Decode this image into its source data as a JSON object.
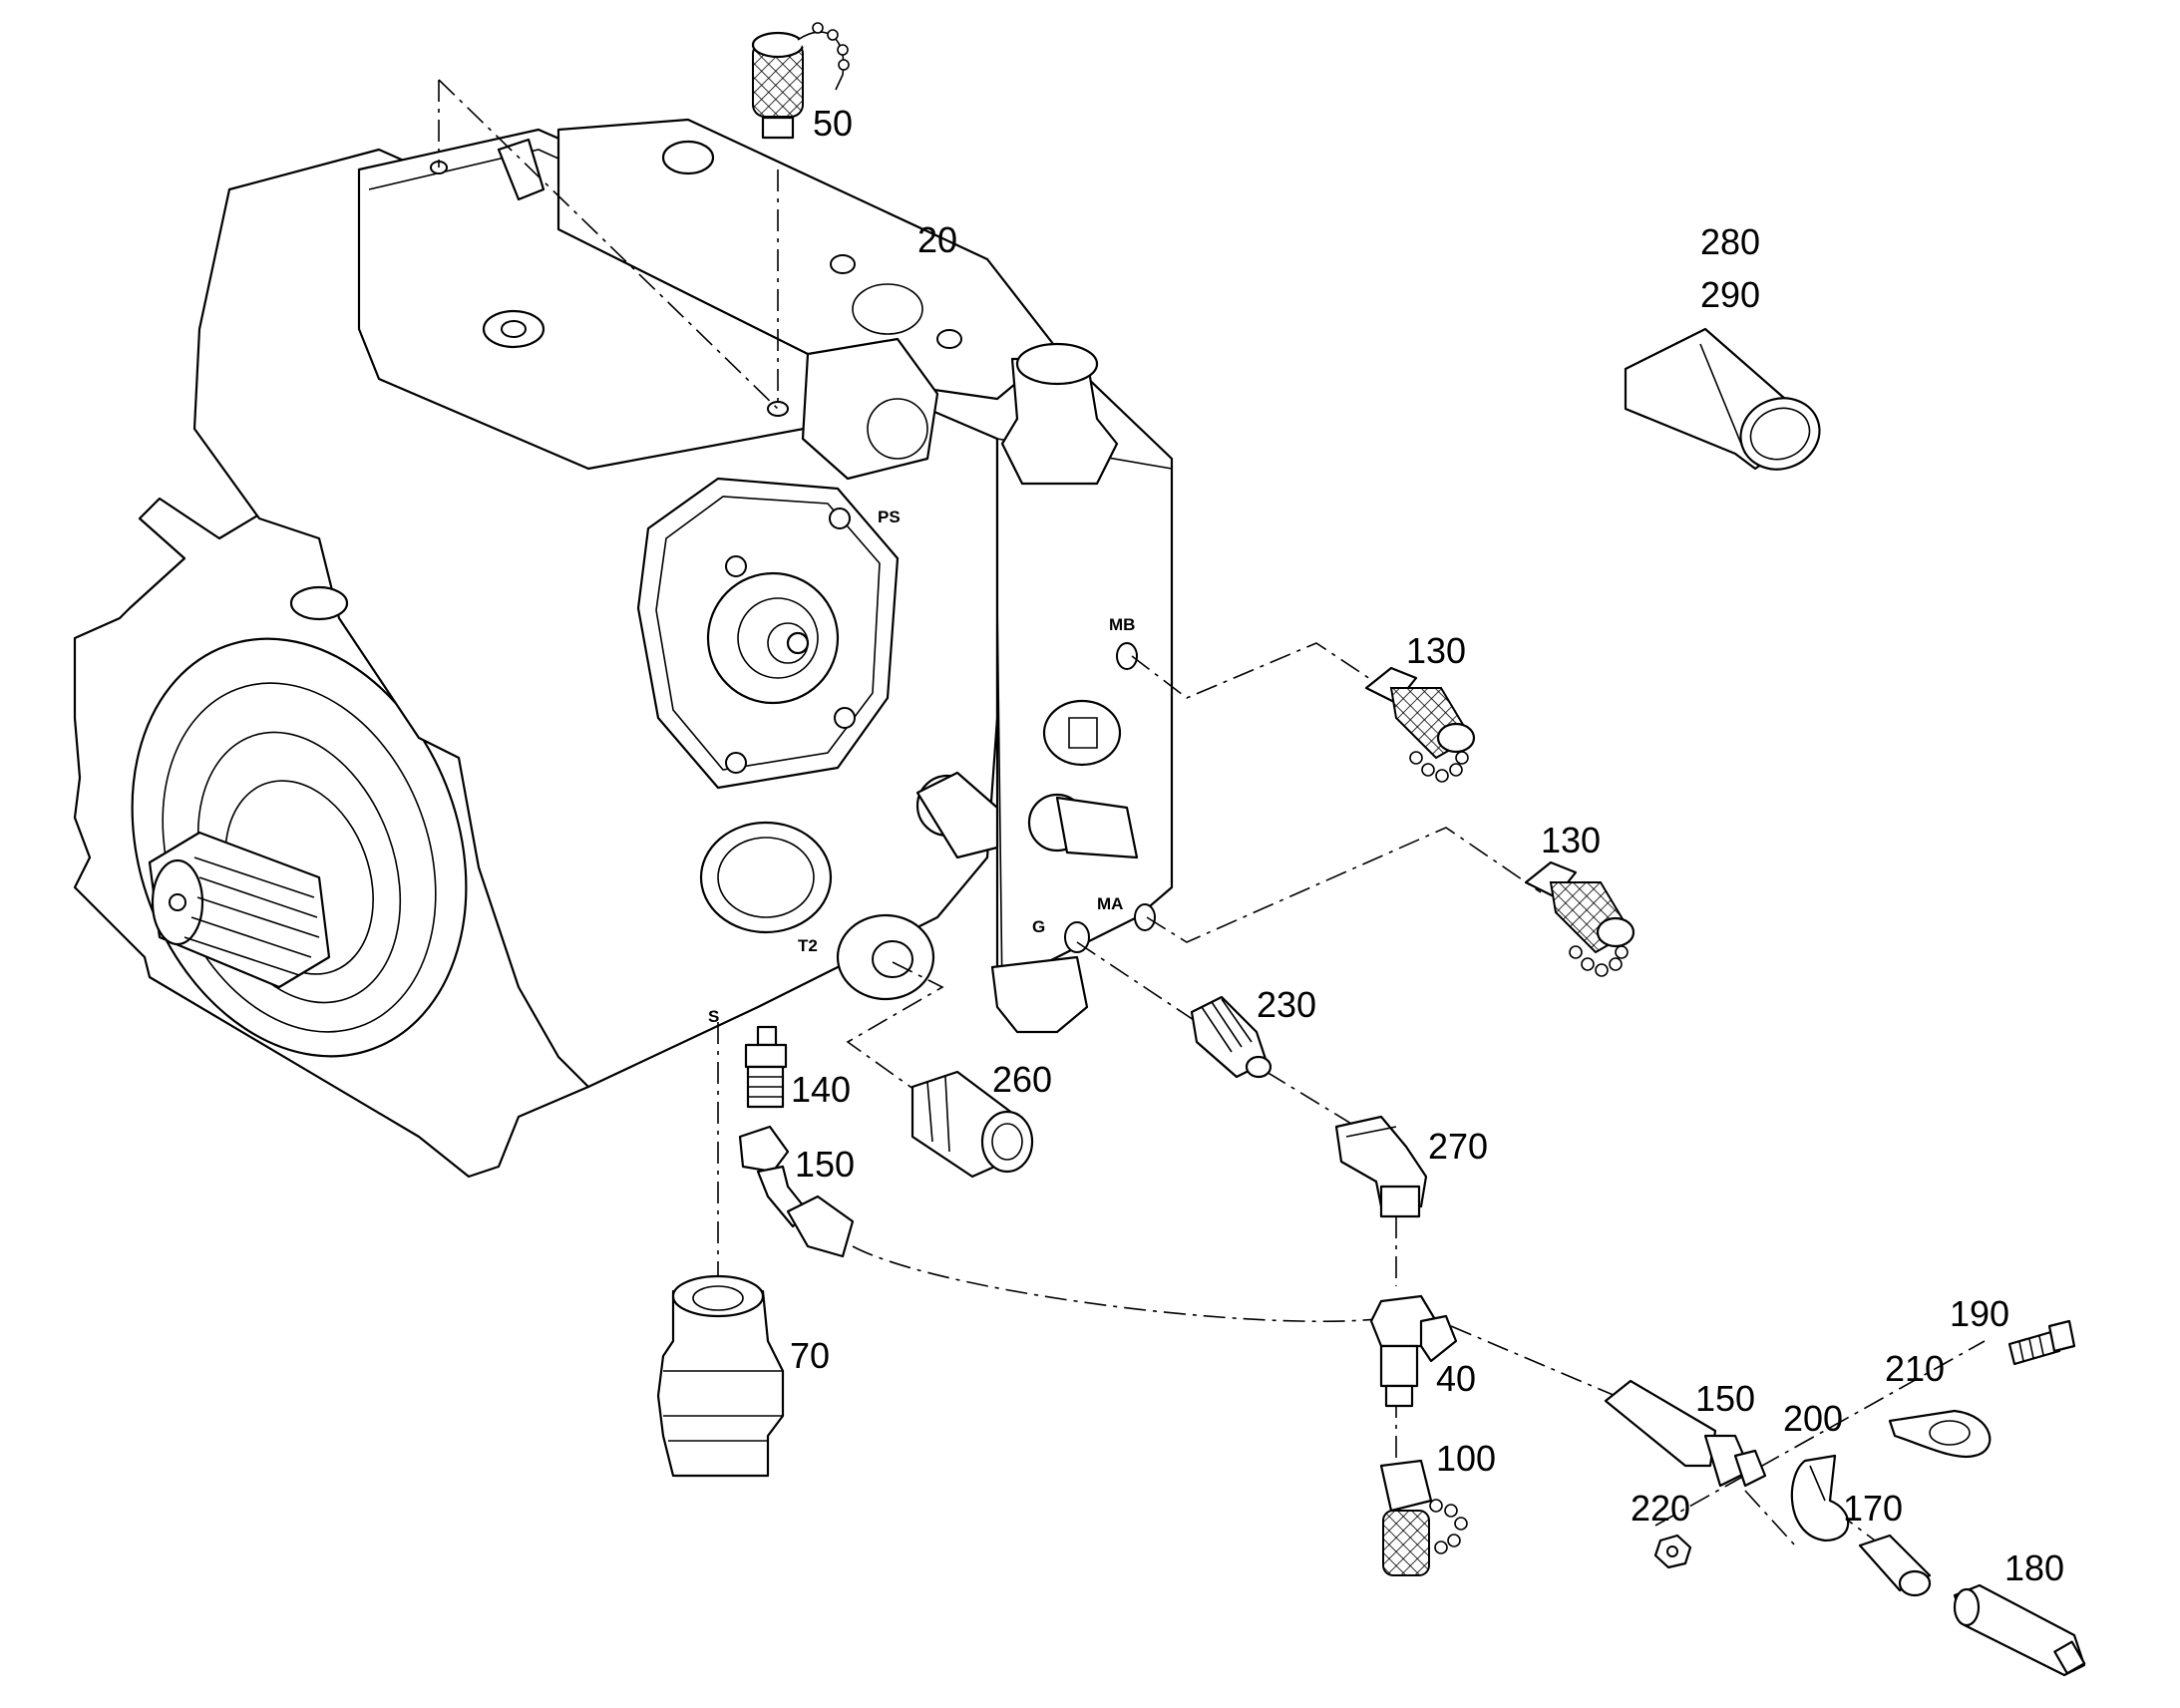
{
  "callouts": {
    "c50": "50",
    "c20": "20",
    "c280": "280",
    "c290": "290",
    "c130a": "130",
    "c130b": "130",
    "c230": "230",
    "c260": "260",
    "c140": "140",
    "c150a": "150",
    "c270": "270",
    "c70": "70",
    "c40": "40",
    "c100": "100",
    "c150b": "150",
    "c200": "200",
    "c210": "210",
    "c190": "190",
    "c220": "220",
    "c170": "170",
    "c180": "180"
  },
  "ports": {
    "ps": "PS",
    "mb": "MB",
    "ma": "MA",
    "g": "G",
    "t2": "T2",
    "s": "S"
  },
  "colors": {
    "line": "#000000",
    "background": "#ffffff"
  }
}
